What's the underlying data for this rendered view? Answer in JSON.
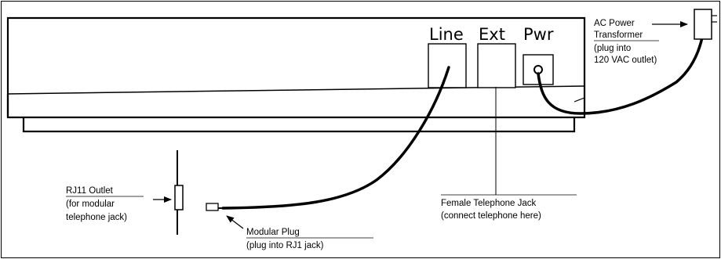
{
  "ports": {
    "line": "Line",
    "ext": "Ext",
    "pwr": "Pwr"
  },
  "labels": {
    "ac_power": [
      "AC Power",
      "Transformer",
      "(plug into",
      "120  VAC outlet)"
    ],
    "rj11_outlet": [
      "RJ11 Outlet",
      "(for modular",
      " telephone jack)"
    ],
    "female_jack": [
      "Female Telephone Jack",
      "(connect telephone here)"
    ],
    "modular_plug": [
      "Modular Plug",
      "(plug into RJ1 jack)"
    ]
  }
}
